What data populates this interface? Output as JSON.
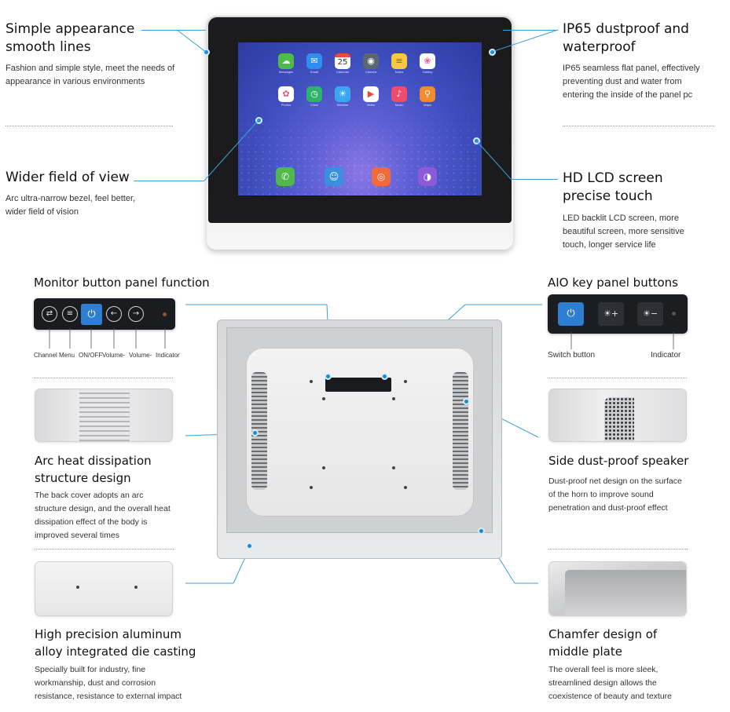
{
  "features": {
    "simple_appearance": {
      "title": [
        "Simple appearance",
        "smooth lines"
      ],
      "desc": [
        "Fashion and simple style, meet the needs of",
        "appearance in various environments"
      ]
    },
    "ip65": {
      "title": [
        "IP65 dustproof and",
        "waterproof"
      ],
      "desc": [
        "IP65 seamless flat panel, effectively",
        "preventing dust and water from",
        "entering the inside of the panel pc"
      ]
    },
    "wider_view": {
      "title": [
        "Wider field of view"
      ],
      "desc": [
        "Arc ultra-narrow bezel, feel better,",
        "wider field of vision"
      ]
    },
    "hd_lcd": {
      "title": [
        "HD LCD screen",
        "precise touch"
      ],
      "desc": [
        "LED backlit LCD screen, more",
        "beautiful screen, more sensitive",
        "touch, longer service life"
      ]
    },
    "monitor_panel": {
      "title": "Monitor button panel function",
      "labels": [
        "Channel",
        "Menu",
        "ON/OFF",
        "Volume-",
        "Volume-",
        "Indicator"
      ]
    },
    "aio_panel": {
      "title": "AIO key panel buttons",
      "switch_label": "Switch button",
      "indicator_label": "Indicator"
    },
    "arc_heat": {
      "title": [
        "Arc heat dissipation",
        "structure design"
      ],
      "desc": [
        "The back cover adopts an arc",
        "structure design, and the overall heat",
        "dissipation effect of the body is",
        "improved several times"
      ]
    },
    "speaker": {
      "title": [
        "Side dust-proof speaker"
      ],
      "desc": [
        "Dust-proof net design on the surface",
        "of the horn to improve sound",
        "penetration and dust-proof effect"
      ]
    },
    "aluminum": {
      "title": [
        "High precision aluminum",
        "alloy integrated die casting"
      ],
      "desc": [
        "Specially built for industry, fine",
        "workmanship, dust and corrosion",
        "resistance, resistance to external impact"
      ]
    },
    "chamfer": {
      "title": [
        "Chamfer design of",
        "middle plate"
      ],
      "desc": [
        "The overall feel is more sleek,",
        "streamlined design allows the",
        "coexistence of beauty and texture"
      ]
    }
  },
  "screen": {
    "apps": [
      "Messages",
      "Email",
      "Calendar",
      "Camera",
      "Notes",
      "Gallery",
      "Photos",
      "Clock",
      "Weather",
      "Video",
      "Music",
      "Maps"
    ],
    "calendar_day": "25",
    "icons": [
      "chat-icon",
      "mail-icon",
      "calendar-icon",
      "camera-icon",
      "notes-icon",
      "gallery-icon",
      "flower-icon",
      "clock-icon",
      "weather-icon",
      "video-icon",
      "music-icon",
      "location-icon"
    ],
    "dock_icons": [
      "phone-icon",
      "contacts-icon",
      "message-icon",
      "browser-icon"
    ]
  },
  "colors": {
    "accent": "#2e7fd3",
    "leader": "#3aa0d8"
  }
}
